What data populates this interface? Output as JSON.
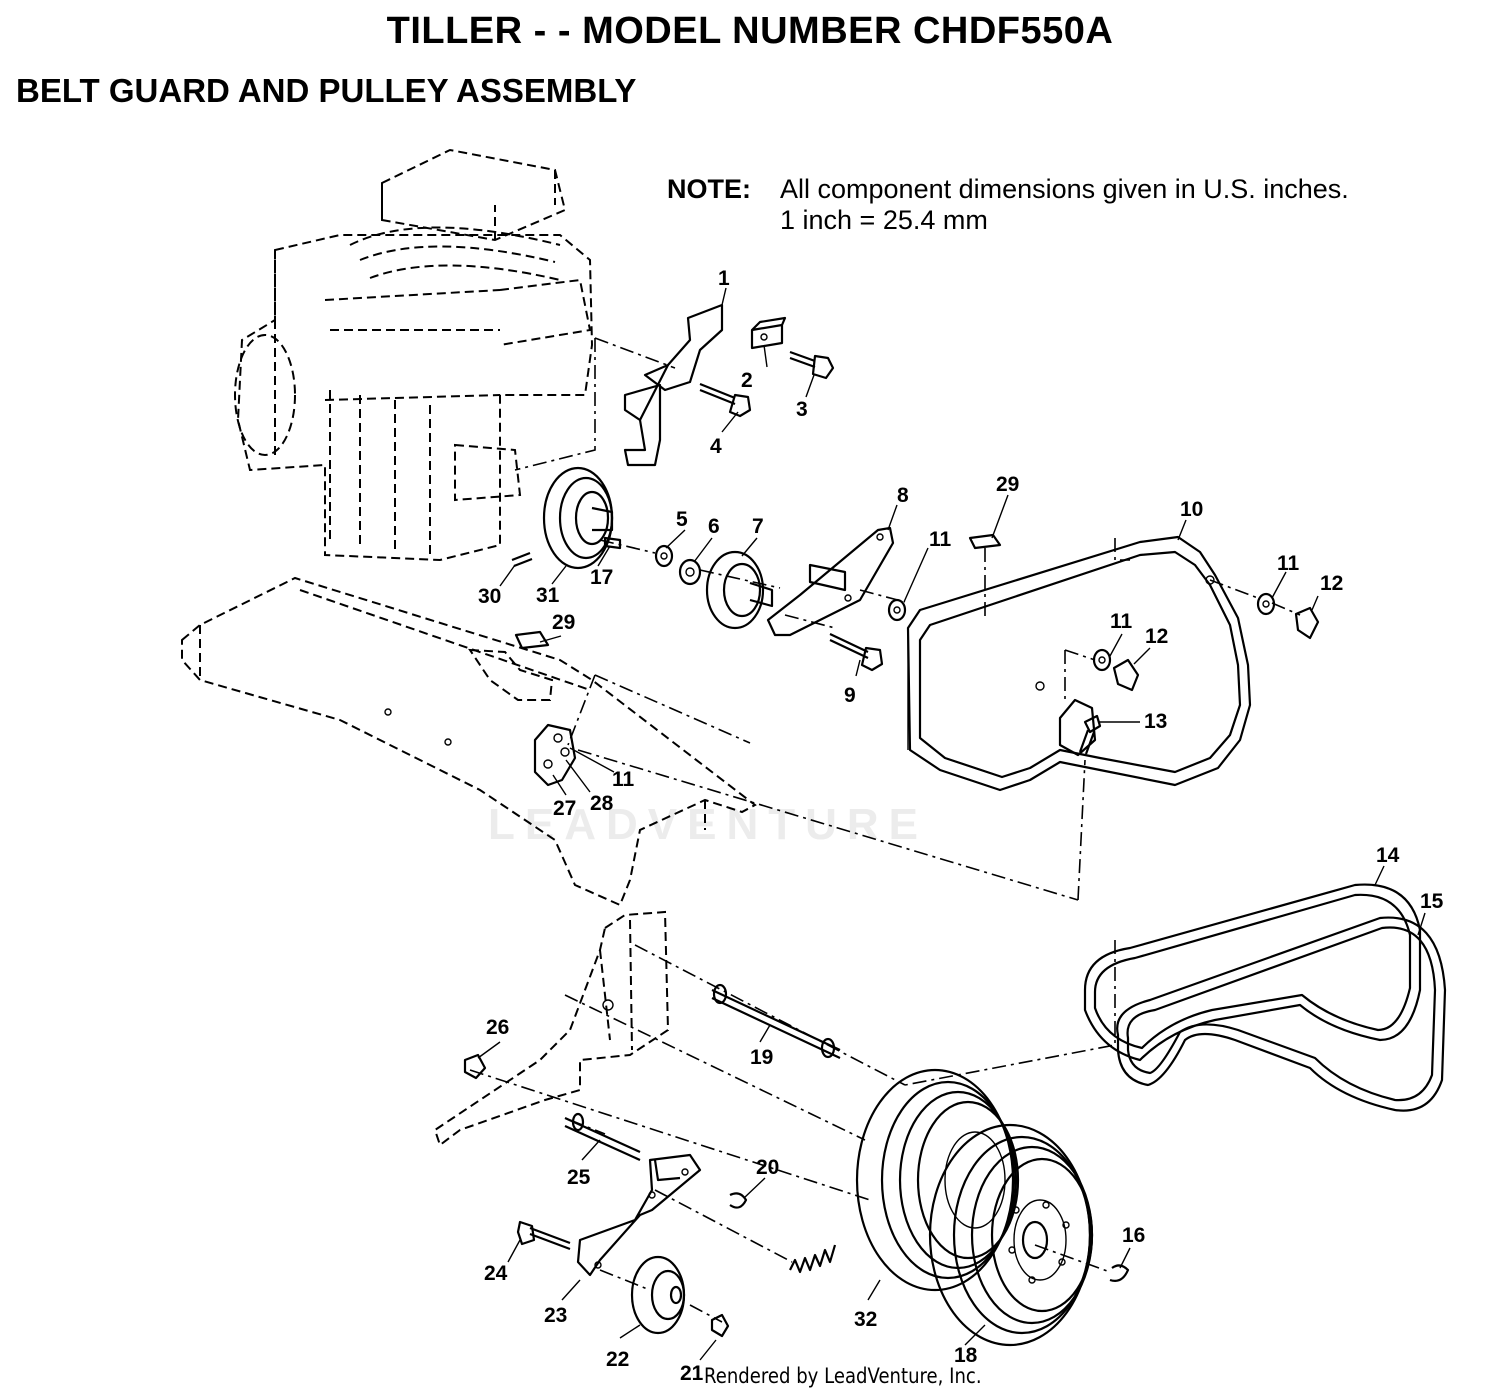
{
  "header": {
    "title": "TILLER - - MODEL NUMBER CHDF550A",
    "subtitle": "BELT GUARD AND PULLEY ASSEMBLY"
  },
  "note": {
    "label": "NOTE:",
    "line1": "All component dimensions given in U.S. inches.",
    "line2": "1 inch = 25.4 mm"
  },
  "watermark": "LEADVENTURE",
  "footer": "Rendered by LeadVenture, Inc.",
  "callouts": [
    "1",
    "2",
    "3",
    "4",
    "5",
    "6",
    "7",
    "8",
    "29",
    "10",
    "11",
    "12",
    "11",
    "12",
    "13",
    "30",
    "31",
    "17",
    "9",
    "29",
    "11",
    "28",
    "27",
    "14",
    "15",
    "19",
    "26",
    "25",
    "20",
    "24",
    "23",
    "22",
    "21",
    "32",
    "18",
    "16"
  ]
}
